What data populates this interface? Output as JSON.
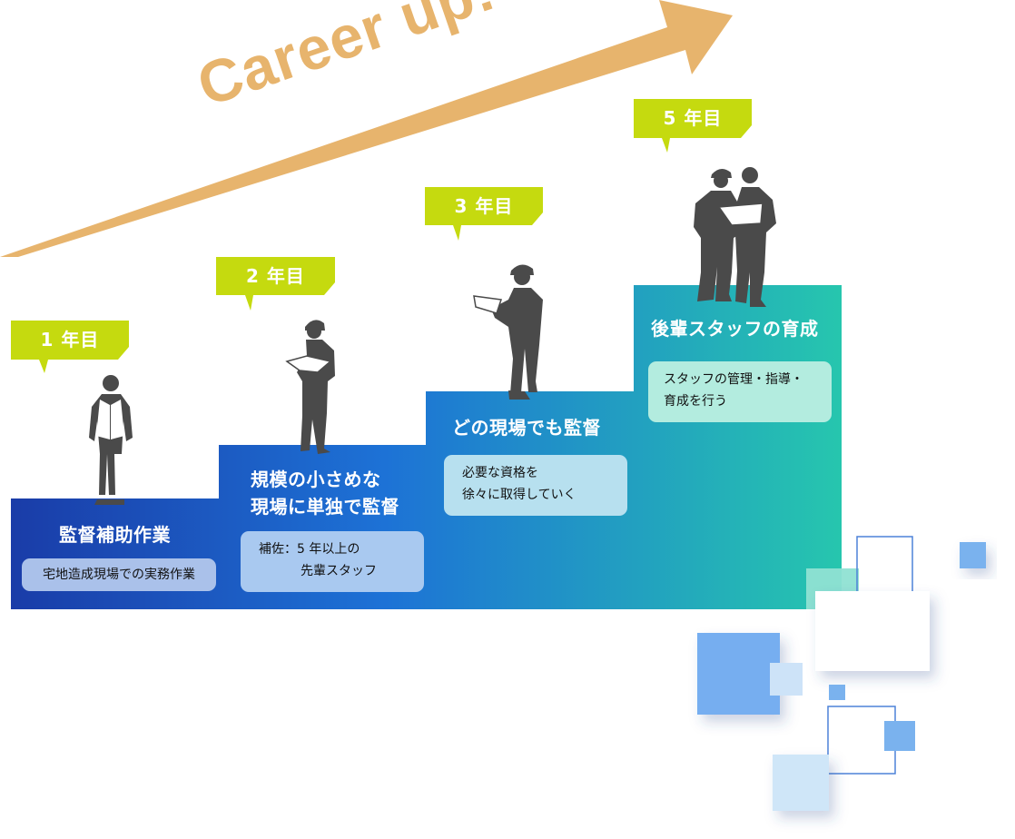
{
  "header": {
    "slogan": "Career up!"
  },
  "steps": [
    {
      "year": "1 年目",
      "title": "監督補助作業",
      "note": "宅地造成現場での実務作業"
    },
    {
      "year": "2 年目",
      "title_line1": "規模の小さめな",
      "title_line2": "現場に単独で監督",
      "note_line1": "補佐：5 年以上の",
      "note_line2": "先輩スタッフ"
    },
    {
      "year": "3 年目",
      "title": "どの現場でも監督",
      "note_line1": "必要な資格を",
      "note_line2": "徐々に取得していく"
    },
    {
      "year": "5 年目",
      "title": "後輩スタッフの育成",
      "note_line1": "スタッフの管理・指導・",
      "note_line2": "育成を行う"
    }
  ],
  "colors": {
    "arrow": "#e7b46d",
    "badge": "#c5da0f",
    "stair_start": "#1a3ca8",
    "stair_mid": "#1d72d6",
    "stair_end": "#26c6ae",
    "silhouette": "#4a4a4a"
  }
}
